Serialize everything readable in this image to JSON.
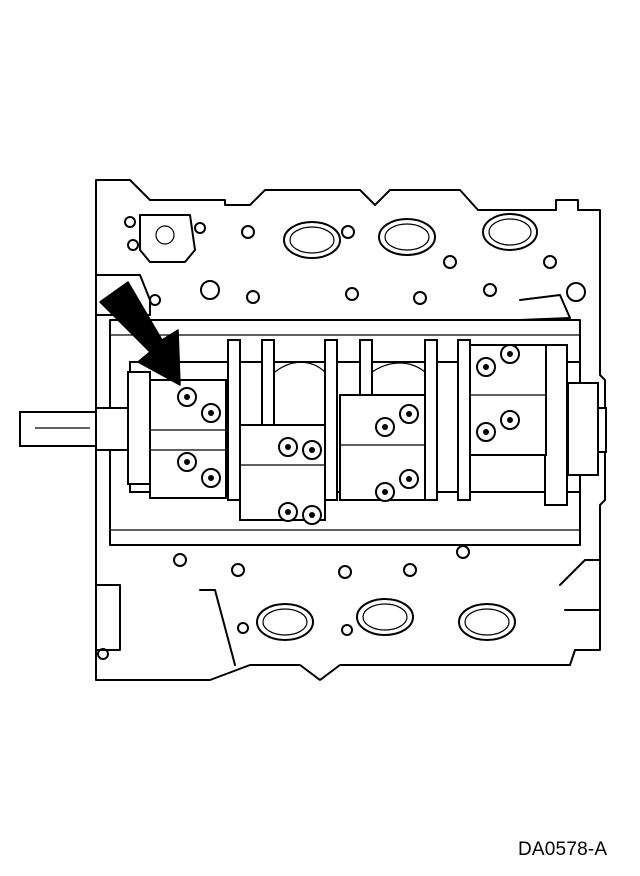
{
  "figure": {
    "code": "DA0578-A",
    "subject": "engine-block-bottom-view-main-bearing-caps",
    "callout": "arrow-pointing-to-main-bearing-cap-bolt"
  }
}
